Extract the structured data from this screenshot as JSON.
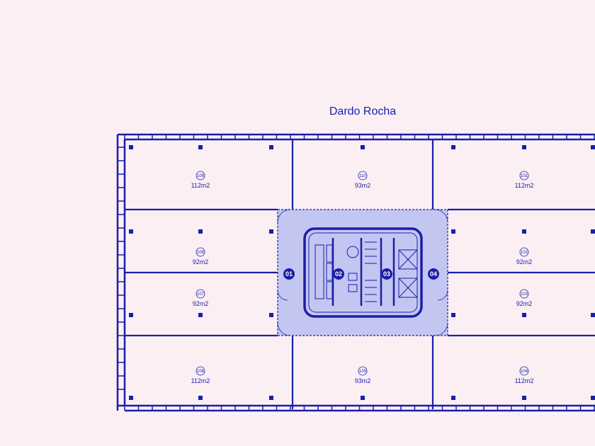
{
  "street_name": "Dardo Rocha",
  "colors": {
    "ink": "#1a1fa8",
    "background": "#fbeff4",
    "core_fill": "#c3c6f1"
  },
  "units": [
    {
      "number": "109",
      "area": "112m2"
    },
    {
      "number": "110",
      "area": "93m2"
    },
    {
      "number": "101",
      "area": "112m2"
    },
    {
      "number": "108",
      "area": "92m2"
    },
    {
      "number": "102",
      "area": "92m2"
    },
    {
      "number": "107",
      "area": "92m2"
    },
    {
      "number": "103",
      "area": "92m2"
    },
    {
      "number": "106",
      "area": "112m2"
    },
    {
      "number": "105",
      "area": "93m2"
    },
    {
      "number": "104",
      "area": "112m2"
    }
  ],
  "core_markers": [
    "01",
    "02",
    "03",
    "04"
  ]
}
